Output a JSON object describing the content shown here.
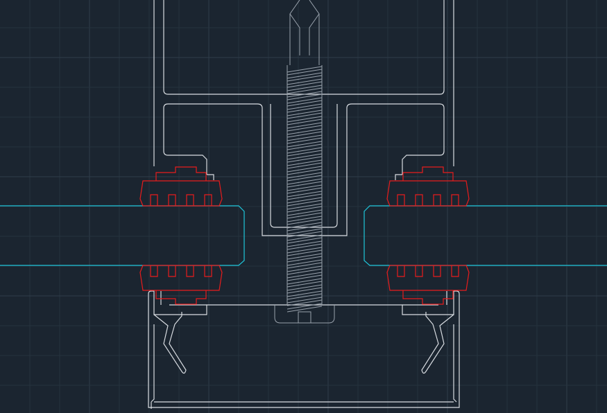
{
  "viewport": {
    "background": "#1b2530"
  },
  "colors": {
    "grid_minor": "#26323e",
    "grid_major": "#2f3d4a",
    "profile": "#d9dde2",
    "screw": "#9aa3ad",
    "gasket": "#e81c1c",
    "glass": "#1fc6da"
  },
  "layers": [
    "grid",
    "glass-panel",
    "aluminium-profile",
    "pressure-plate",
    "cover-cap",
    "gasket",
    "screw"
  ]
}
